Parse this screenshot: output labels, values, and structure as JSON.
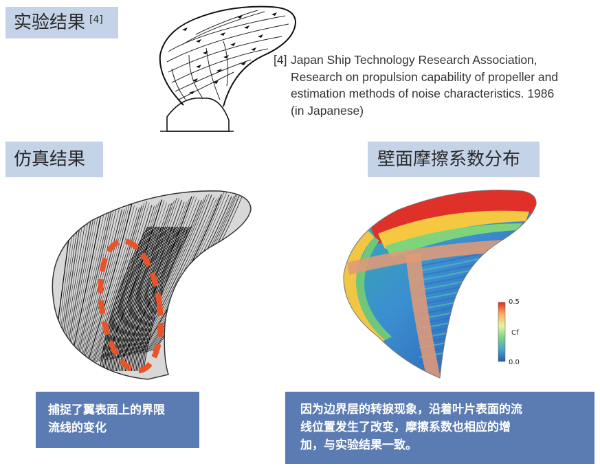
{
  "labels": {
    "experiment": "实验结果",
    "experiment_ref": "[4]",
    "simulation": "仿真结果",
    "wall_friction": "壁面摩擦系数分布"
  },
  "reference": {
    "number": "[4]",
    "lines": [
      "Japan Ship Technology Research Association,",
      "Research on propulsion capability of propeller and",
      "estimation methods of noise characteristics. 1986",
      "(in Japanese)"
    ]
  },
  "colorbar": {
    "max": "0.5",
    "label": "Cf",
    "min": "0.0",
    "colors": [
      "#d7301f",
      "#fdae61",
      "#e6f5a0",
      "#7ccf8a",
      "#4aa3c8",
      "#2b5aa8"
    ]
  },
  "captions": {
    "left_lines": [
      "捕捉了翼表面上的界限",
      "流线的变化"
    ],
    "right_lines": [
      "因为边界层的转捩现象，沿着叶片表面的流",
      "线位置发生了改变，摩擦系数也相应的增",
      "加，与实验结果一致。"
    ]
  },
  "colors": {
    "label_bg": "#c5d3e8",
    "caption_bg": "#5b7bb3",
    "highlight_dash": "#e8532a",
    "t_band": "#e09a78"
  }
}
